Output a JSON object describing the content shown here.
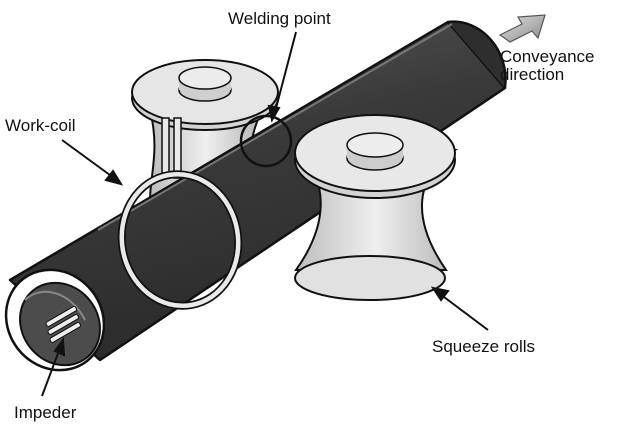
{
  "labels": {
    "welding_point": "Welding point",
    "conveyance_line1": "Conveyance",
    "conveyance_line2": "direction",
    "work_coil": "Work-coil",
    "squeeze_rolls": "Squeeze rolls",
    "impeder": "Impeder"
  },
  "icons": {
    "direction_arrow": "conveyance-direction-arrow-icon"
  },
  "colors": {
    "tube": "#3c3c3c",
    "roll": "#d6d6d6",
    "coil": "#e9e9e9",
    "outline": "#111111"
  }
}
